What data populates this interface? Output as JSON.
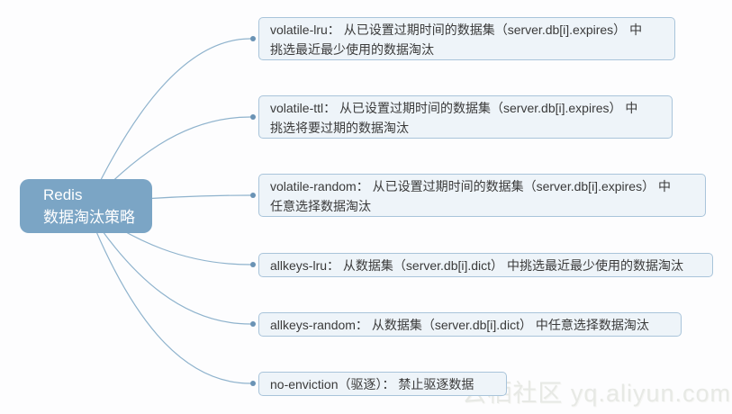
{
  "root": {
    "title_line1": "Redis",
    "title_line2": "数据淘汰策略"
  },
  "branches": [
    {
      "name": "volatile-lru",
      "lines": [
        "volatile-lru： 从已设置过期时间的数据集（server.db[i].expires） 中",
        "挑选最近最少使用的数据淘汰"
      ]
    },
    {
      "name": "volatile-ttl",
      "lines": [
        "volatile-ttl： 从已设置过期时间的数据集（server.db[i].expires） 中",
        "挑选将要过期的数据淘汰"
      ]
    },
    {
      "name": "volatile-random",
      "lines": [
        "volatile-random： 从已设置过期时间的数据集（server.db[i].expires） 中",
        "任意选择数据淘汰"
      ]
    },
    {
      "name": "allkeys-lru",
      "lines": [
        "allkeys-lru： 从数据集（server.db[i].dict） 中挑选最近最少使用的数据淘汰"
      ]
    },
    {
      "name": "allkeys-random",
      "lines": [
        "allkeys-random： 从数据集（server.db[i].dict） 中任意选择数据淘汰"
      ]
    },
    {
      "name": "no-enviction",
      "lines": [
        "no-enviction（驱逐）： 禁止驱逐数据"
      ]
    }
  ],
  "watermark": "云栖社区 yq.aliyun.com",
  "colors": {
    "root_fill": "#7ba5c5",
    "root_text": "#ffffff",
    "box_fill": "#eef4f9",
    "box_border": "#a9c4da",
    "box_text": "#3a3a3a",
    "connector": "#8fb3cd",
    "dot": "#6a93b5",
    "watermark_text": "#e7e9e5"
  }
}
